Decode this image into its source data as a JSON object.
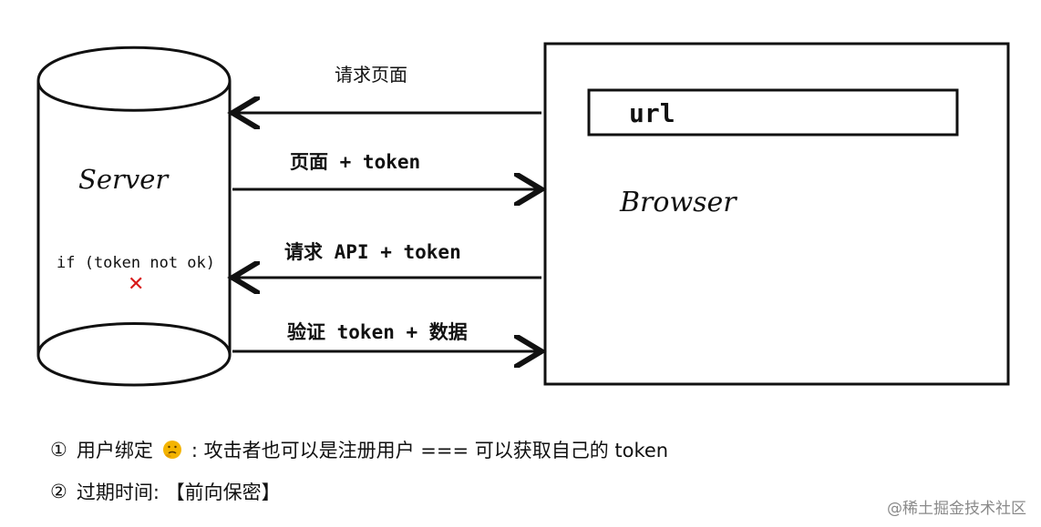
{
  "server": {
    "title": "Server",
    "condition": "if (token not ok)",
    "reject_mark": "✕"
  },
  "browser": {
    "title": "Browser",
    "url_label": "url"
  },
  "arrows": {
    "request_page": "请求页面",
    "page_token": "页面 + token",
    "request_api_token": "请求 API + token",
    "verify_token_data": "验证 token + 数据"
  },
  "notes": {
    "item1_marker": "①",
    "item1_text_a": "用户绑定",
    "item1_icon": "thinking-face-icon",
    "item1_text_b": ": 攻击者也可以是注册用户 === 可以获取自己的 token",
    "item2_marker": "②",
    "item2_text": "过期时间: 【前向保密】"
  },
  "watermark": "@稀土掘金技术社区",
  "colors": {
    "stroke": "#111111",
    "reject": "#d81b1b",
    "watermark": "#8a8a8a",
    "emoji": "#f4b400"
  }
}
